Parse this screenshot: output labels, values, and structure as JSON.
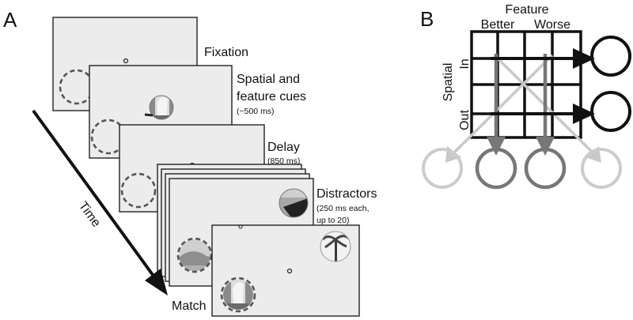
{
  "panel_a": {
    "label": "A",
    "time_label": "Time",
    "frames": [
      {
        "label": "Fixation"
      },
      {
        "label_lines": [
          "Spatial and",
          "feature cues"
        ],
        "duration_lines": [
          "(~500 ms)"
        ]
      },
      {
        "label": "Delay",
        "duration_lines": [
          "(850 ms)"
        ]
      },
      {
        "label": "Distractors",
        "duration_lines": [
          "(250 ms each,",
          "up to 20)"
        ]
      },
      {
        "label": "Match"
      }
    ]
  },
  "panel_b": {
    "label": "B",
    "feature_label": "Feature",
    "columns": [
      "Better",
      "Worse"
    ],
    "spatial_label": "Spatial",
    "rows": [
      "In",
      "Out"
    ]
  },
  "colors": {
    "screen_fill": "#ececec",
    "dark_arrow": "#111111",
    "mid_arrow": "#777777",
    "light_arrow": "#c8c8c8"
  }
}
